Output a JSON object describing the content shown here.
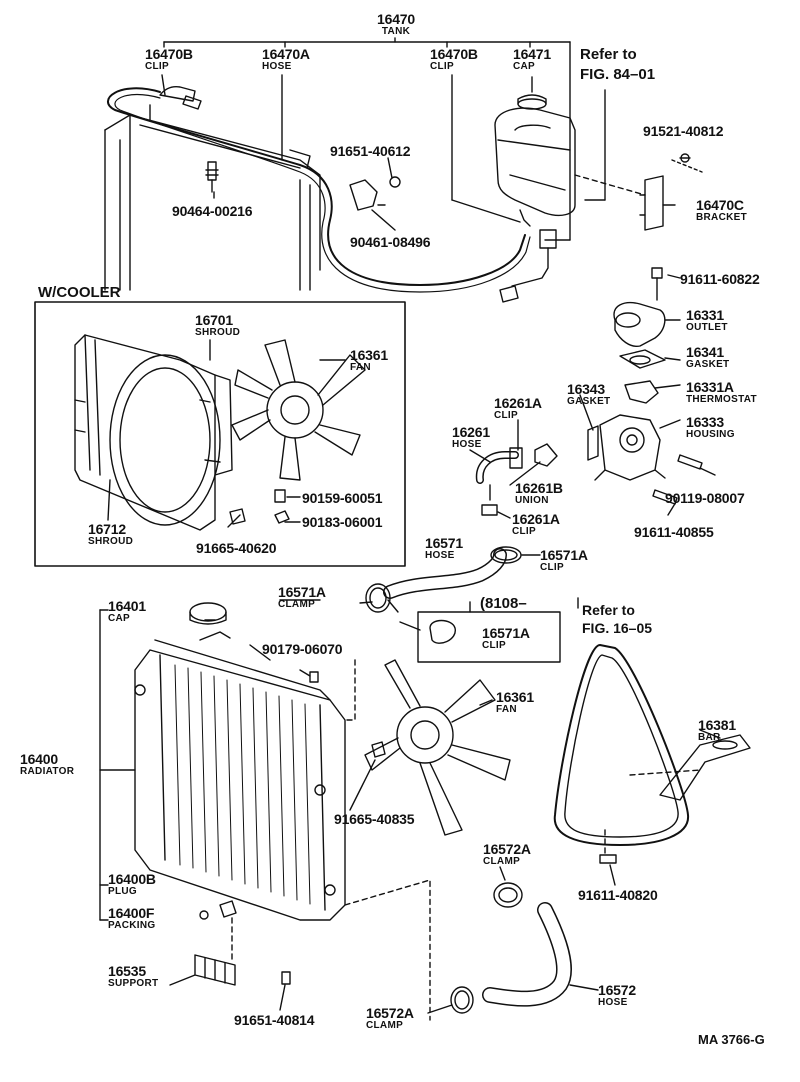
{
  "colors": {
    "ink": "#111111",
    "paper": "#ffffff"
  },
  "diagram": {
    "group_label": "W/COOLER",
    "ref_top": {
      "line1": "Refer to",
      "line2": "FIG. 84–01"
    },
    "ref_belt": {
      "line1": "Refer to",
      "line2": "FIG. 16–05"
    },
    "date_note": "(8108–",
    "code": "MA 3766-G",
    "parts": {
      "p16470": {
        "number": "16470",
        "name": "TANK"
      },
      "p16470B_l": {
        "number": "16470B",
        "name": "CLIP"
      },
      "p16470A": {
        "number": "16470A",
        "name": "HOSE"
      },
      "p16470B_r": {
        "number": "16470B",
        "name": "CLIP"
      },
      "p16471": {
        "number": "16471",
        "name": "CAP"
      },
      "p91521": {
        "number": "91521-40812"
      },
      "p16470C": {
        "number": "16470C",
        "name": "BRACKET"
      },
      "p91651a": {
        "number": "91651-40612"
      },
      "p90464": {
        "number": "90464-00216"
      },
      "p90461": {
        "number": "90461-08496"
      },
      "p91611a": {
        "number": "91611-60822"
      },
      "p16331": {
        "number": "16331",
        "name": "OUTLET"
      },
      "p16341": {
        "number": "16341",
        "name": "GASKET"
      },
      "p16343": {
        "number": "16343",
        "name": "GASKET"
      },
      "p16331A": {
        "number": "16331A",
        "name": "THERMOSTAT"
      },
      "p16333": {
        "number": "16333",
        "name": "HOUSING"
      },
      "p16261A_t": {
        "number": "16261A",
        "name": "CLIP"
      },
      "p16261": {
        "number": "16261",
        "name": "HOSE"
      },
      "p16261B": {
        "number": "16261B",
        "name": "UNION"
      },
      "p16261A_b": {
        "number": "16261A",
        "name": "CLIP"
      },
      "p90119": {
        "number": "90119-08007"
      },
      "p91611b": {
        "number": "91611-40855"
      },
      "p16701": {
        "number": "16701",
        "name": "SHROUD"
      },
      "p16361a": {
        "number": "16361",
        "name": "FAN"
      },
      "p90159": {
        "number": "90159-60051"
      },
      "p90183": {
        "number": "90183-06001"
      },
      "p16712": {
        "number": "16712",
        "name": "SHROUD"
      },
      "p91665a": {
        "number": "91665-40620"
      },
      "p16571": {
        "number": "16571",
        "name": "HOSE"
      },
      "p16571A_r": {
        "number": "16571A",
        "name": "CLIP"
      },
      "p16571A_l": {
        "number": "16571A",
        "name": "CLAMP"
      },
      "p16571A_b": {
        "number": "16571A",
        "name": "CLIP"
      },
      "p16401": {
        "number": "16401",
        "name": "CAP"
      },
      "p90179": {
        "number": "90179-06070"
      },
      "p16361b": {
        "number": "16361",
        "name": "FAN"
      },
      "p16400": {
        "number": "16400",
        "name": "RADIATOR"
      },
      "p91665b": {
        "number": "91665-40835"
      },
      "p16400B": {
        "number": "16400B",
        "name": "PLUG"
      },
      "p16400F": {
        "number": "16400F",
        "name": "PACKING"
      },
      "p16535": {
        "number": "16535",
        "name": "SUPPORT"
      },
      "p91651b": {
        "number": "91651-40814"
      },
      "p16381": {
        "number": "16381",
        "name": "BAR"
      },
      "p91611c": {
        "number": "91611-40820"
      },
      "p16572A_t": {
        "number": "16572A",
        "name": "CLAMP"
      },
      "p16572": {
        "number": "16572",
        "name": "HOSE"
      },
      "p16572A_b": {
        "number": "16572A",
        "name": "CLAMP"
      }
    }
  }
}
